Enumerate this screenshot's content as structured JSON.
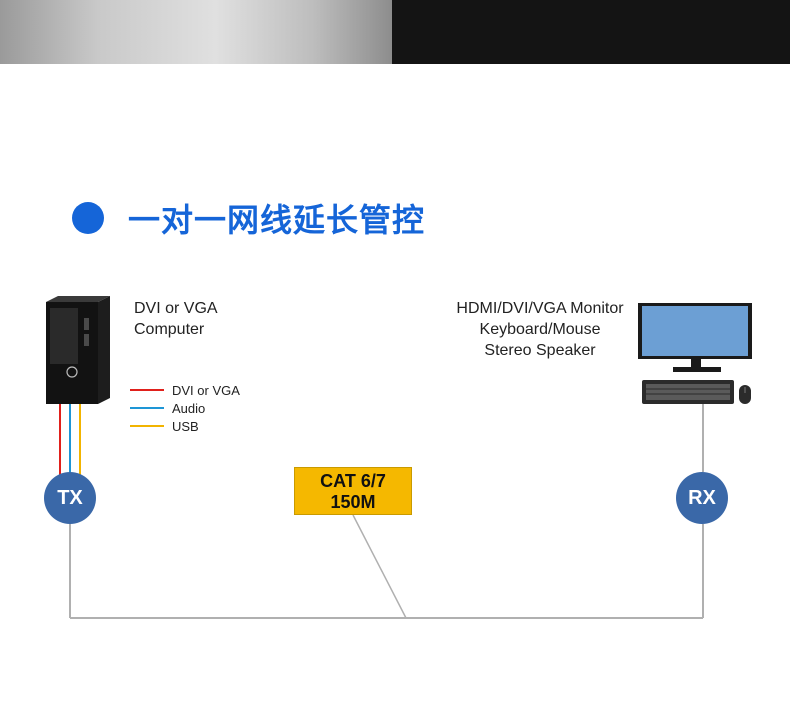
{
  "title": "一对一网线延长管控",
  "computer": {
    "line1": "DVI or VGA",
    "line2": "Computer"
  },
  "monitor": {
    "line1": "HDMI/DVI/VGA Monitor",
    "line2": "Keyboard/Mouse",
    "line3": "Stereo Speaker"
  },
  "legend": [
    {
      "label": "DVI or VGA",
      "color": "#e0201b"
    },
    {
      "label": "Audio",
      "color": "#1e96d6"
    },
    {
      "label": "USB",
      "color": "#f2b400"
    }
  ],
  "tx_label": "TX",
  "rx_label": "RX",
  "cable": {
    "line1": "CAT 6/7",
    "line2": "150M"
  },
  "colors": {
    "accent": "#1565d8",
    "node": "#3a68a8",
    "cable_box": "#f5b800",
    "wire": "#b0b0b0"
  }
}
